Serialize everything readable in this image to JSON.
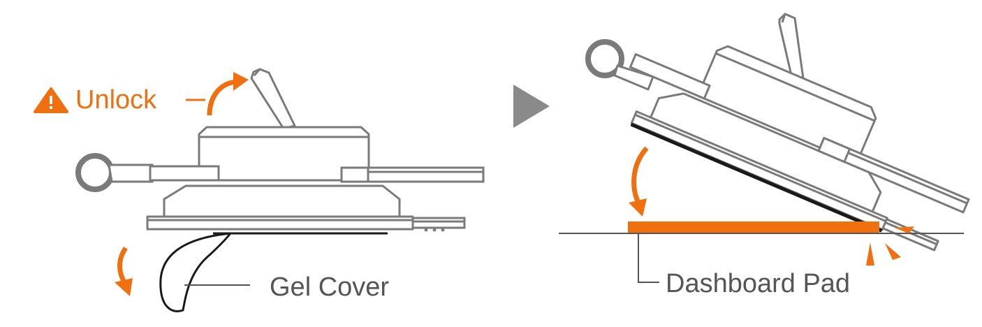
{
  "labels": {
    "unlock": "Unlock",
    "gel_cover": "Gel Cover",
    "dashboard_pad": "Dashboard Pad"
  },
  "icons": {
    "warning": "warning-triangle-icon",
    "next_step": "play-arrow-icon"
  },
  "colors": {
    "accent": "#F07010",
    "line": "#7A7A7A",
    "text": "#555555",
    "arrow": "#8A8A8A",
    "dark": "#1A1A1A"
  }
}
